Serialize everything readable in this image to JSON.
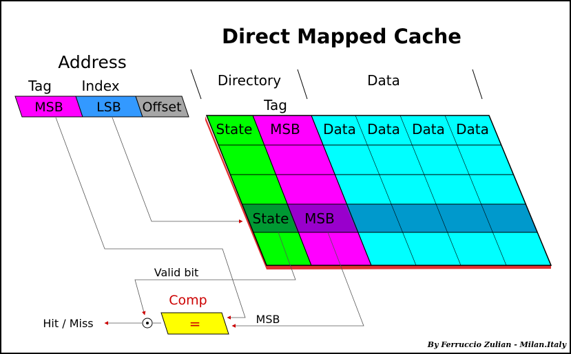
{
  "title": "Direct Mapped Cache",
  "address": {
    "heading": "Address",
    "tag_label": "Tag",
    "index_label": "Index",
    "fields": [
      "MSB",
      "LSB",
      "Offset"
    ]
  },
  "directory": {
    "heading": "Directory",
    "tag_label": "Tag",
    "state_header": "State",
    "msb_header": "MSB"
  },
  "data": {
    "heading": "Data",
    "cells": [
      "Data",
      "Data",
      "Data",
      "Data"
    ]
  },
  "selected_row": {
    "state": "State",
    "msb": "MSB"
  },
  "logic": {
    "valid_bit": "Valid bit",
    "comp": "Comp",
    "equals": "=",
    "msb": "MSB",
    "result": "Hit / Miss"
  },
  "credit": "By Ferruccio Zulian - Milan.Italy",
  "colors": {
    "magenta": "#ff00ff",
    "blue": "#3399ff",
    "gray": "#a6a6a6",
    "green": "#00ff00",
    "cyan": "#00ffff",
    "selected_cyan": "#0099cc",
    "selected_magenta": "#9900cc",
    "selected_green": "#009933",
    "yellow": "#ffff00",
    "red": "#cc0000",
    "shadow": "#e03030"
  }
}
